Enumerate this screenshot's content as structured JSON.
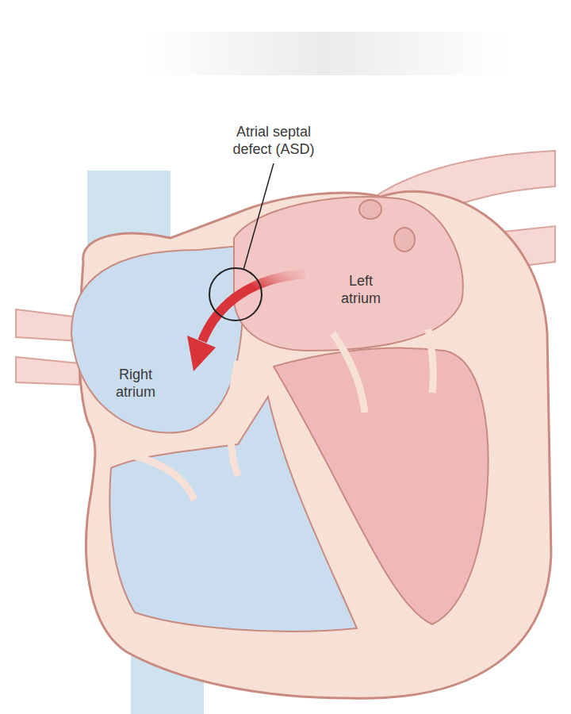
{
  "diagram": {
    "labels": [
      "Atrial septal defect (ASD)",
      "Left atrium",
      "Right atrium"
    ]
  }
}
